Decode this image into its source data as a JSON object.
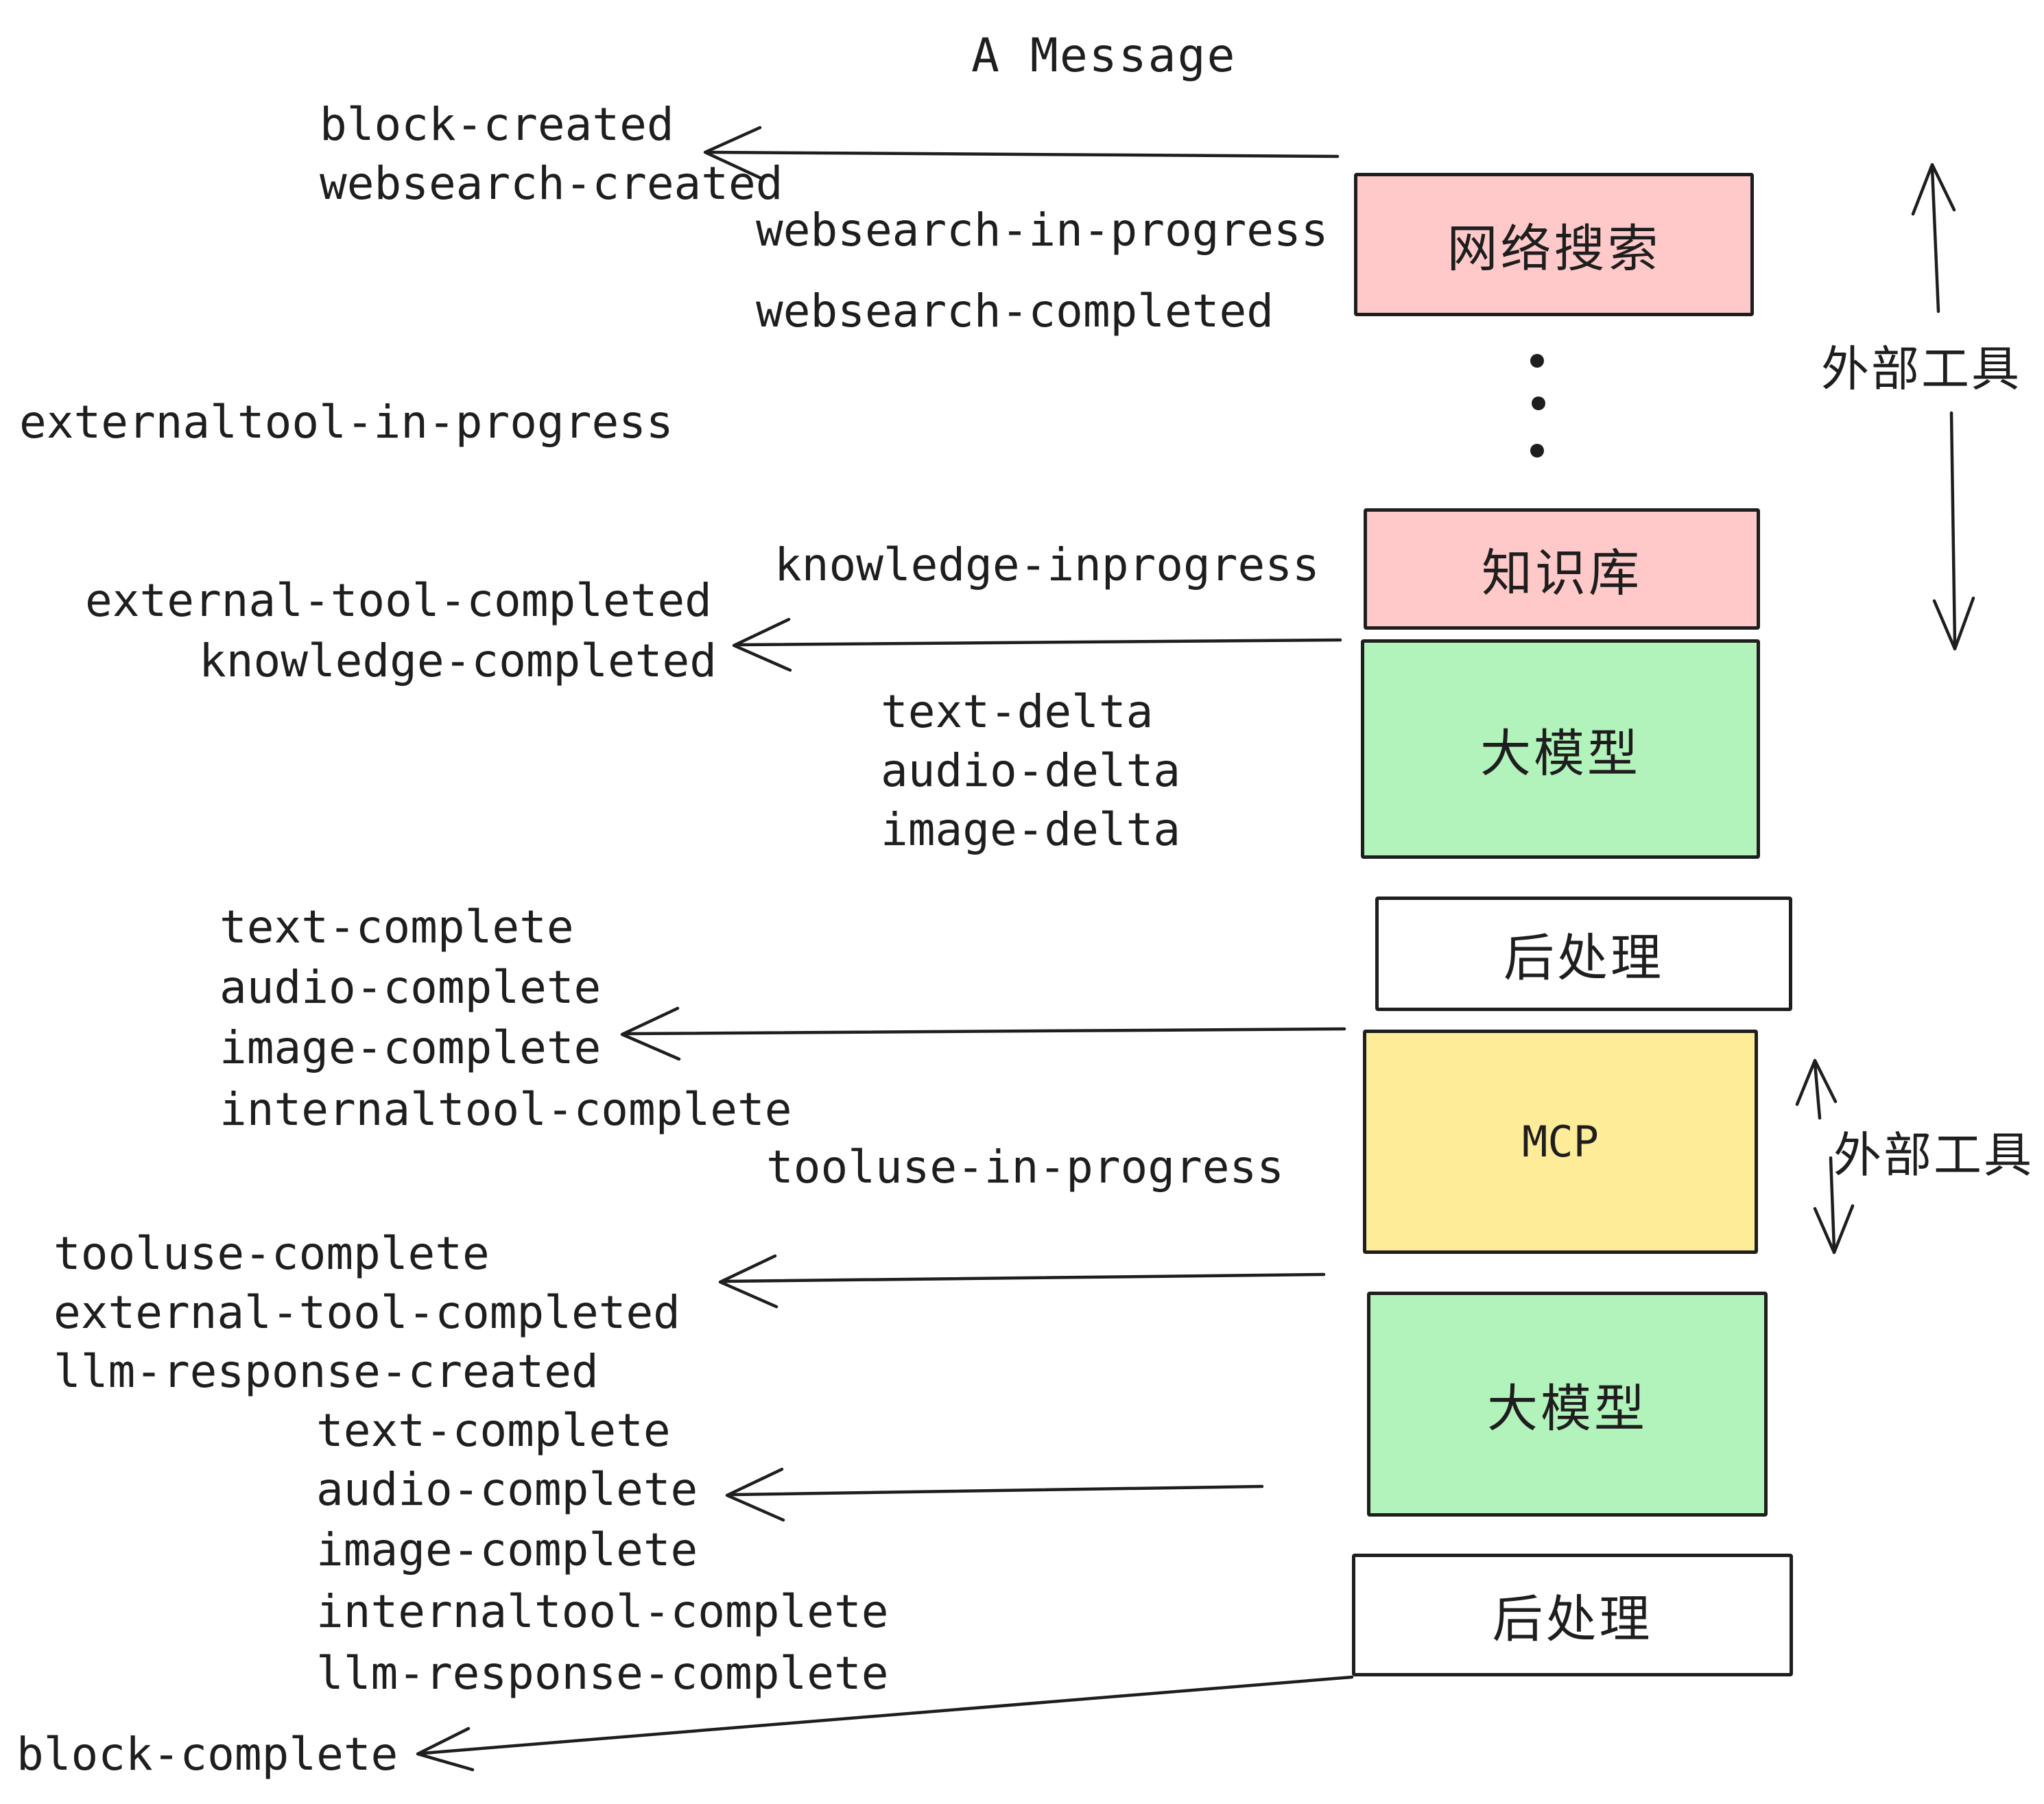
{
  "title": "A Message",
  "colors": {
    "ink": "#1e1e1e",
    "pink": "#ffc9c9",
    "green": "#b2f2bb",
    "yellow": "#ffec99",
    "white": "#ffffff",
    "background": "#ffffff"
  },
  "events": [
    {
      "id": "block-created",
      "label": "block-created"
    },
    {
      "id": "websearch-created",
      "label": "websearch-created"
    },
    {
      "id": "websearch-in-progress",
      "label": "websearch-in-progress"
    },
    {
      "id": "websearch-completed",
      "label": "websearch-completed"
    },
    {
      "id": "externaltool-in-progress",
      "label": "externaltool-in-progress"
    },
    {
      "id": "knowledge-inprogress",
      "label": "knowledge-inprogress"
    },
    {
      "id": "external-tool-completed",
      "label": "external-tool-completed"
    },
    {
      "id": "knowledge-completed",
      "label": "knowledge-completed"
    },
    {
      "id": "text-delta-1",
      "label": "text-delta"
    },
    {
      "id": "audio-delta-1",
      "label": "audio-delta"
    },
    {
      "id": "image-delta-1",
      "label": "image-delta"
    },
    {
      "id": "text-complete-1",
      "label": "text-complete"
    },
    {
      "id": "audio-complete-1",
      "label": "audio-complete"
    },
    {
      "id": "image-complete-1",
      "label": "image-complete"
    },
    {
      "id": "internaltool-complete-1",
      "label": "internaltool-complete"
    },
    {
      "id": "tooluse-in-progress",
      "label": "tooluse-in-progress"
    },
    {
      "id": "tooluse-complete",
      "label": "tooluse-complete"
    },
    {
      "id": "external-tool-completed-2",
      "label": "external-tool-completed"
    },
    {
      "id": "llm-response-created",
      "label": "llm-response-created"
    },
    {
      "id": "text-complete-2",
      "label": "text-complete"
    },
    {
      "id": "audio-complete-2",
      "label": "audio-complete"
    },
    {
      "id": "image-complete-2",
      "label": "image-complete"
    },
    {
      "id": "internaltool-complete-2",
      "label": "internaltool-complete"
    },
    {
      "id": "llm-response-complete",
      "label": "llm-response-complete"
    },
    {
      "id": "block-complete",
      "label": "block-complete"
    }
  ],
  "boxes": [
    {
      "id": "websearch",
      "label": "网络搜索",
      "color": "#ffc9c9"
    },
    {
      "id": "knowledge",
      "label": "知识库",
      "color": "#ffc9c9"
    },
    {
      "id": "llm-1",
      "label": "大模型",
      "color": "#b2f2bb"
    },
    {
      "id": "postprocess-1",
      "label": "后处理",
      "color": "#ffffff"
    },
    {
      "id": "mcp",
      "label": "MCP",
      "color": "#ffec99"
    },
    {
      "id": "llm-2",
      "label": "大模型",
      "color": "#b2f2bb"
    },
    {
      "id": "postprocess-2",
      "label": "后处理",
      "color": "#ffffff"
    }
  ],
  "side_labels": [
    {
      "id": "external-tools-top",
      "label": "外部工具"
    },
    {
      "id": "external-tools-mcp",
      "label": "外部工具"
    }
  ]
}
